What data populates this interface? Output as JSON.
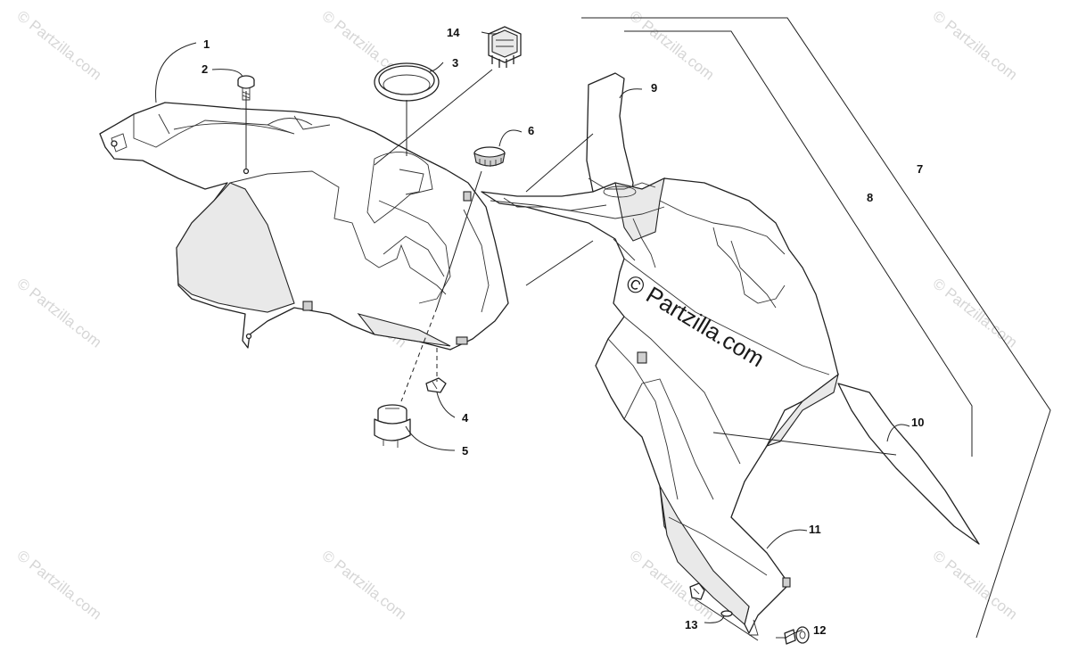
{
  "diagram": {
    "callouts": [
      "1",
      "2",
      "3",
      "4",
      "5",
      "6",
      "7",
      "8",
      "9",
      "10",
      "11",
      "12",
      "13",
      "14"
    ],
    "watermark_small": "© Partzilla.com",
    "watermark_main": "© Partzilla.com"
  },
  "colors": {
    "line": "#222222",
    "fill": "#ffffff",
    "watermark": "#d6d6d6"
  }
}
